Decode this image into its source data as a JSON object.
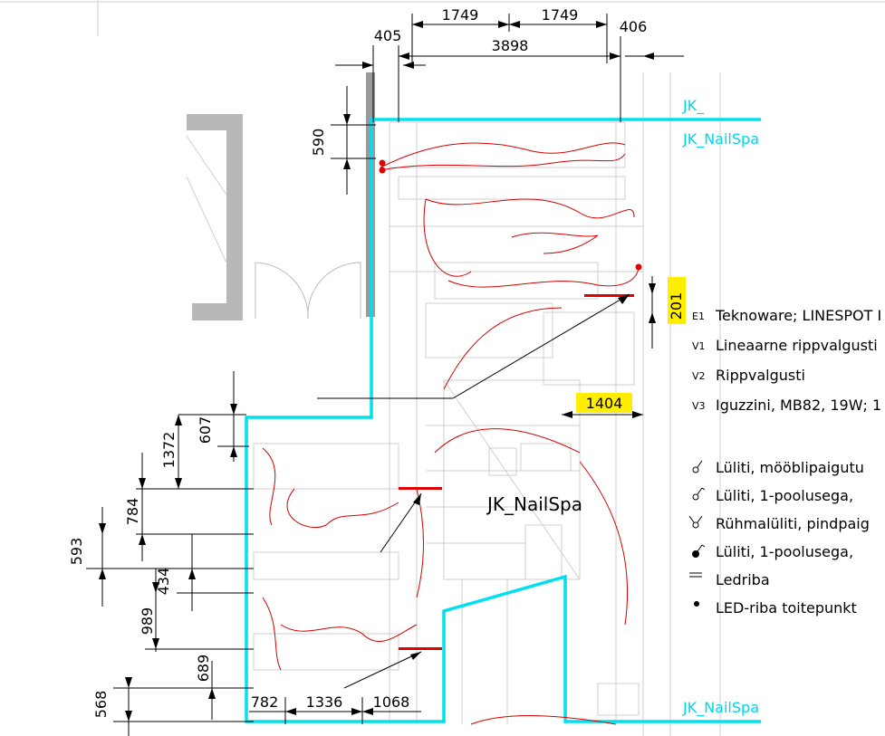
{
  "dimensions": {
    "top": [
      "1749",
      "1749",
      "405",
      "3898",
      "406"
    ],
    "left": [
      "590",
      "607",
      "1372",
      "784",
      "593",
      "434",
      "989",
      "689",
      "568"
    ],
    "bottom": [
      "782",
      "1336",
      "1068"
    ],
    "highlighted": [
      "201",
      "1404"
    ]
  },
  "zone_labels": {
    "jk_top": "JK_",
    "nailspa_top": "JK_NailSpa",
    "room": "JK_NailSpa",
    "nailspa_bottom": "JK_NailSpa"
  },
  "legend": [
    {
      "code": "E1",
      "text": "Teknoware; LINESPOT I"
    },
    {
      "code": "V1",
      "text": "Lineaarne rippvalgusti"
    },
    {
      "code": "V2",
      "text": "Rippvalgusti"
    },
    {
      "code": "V3",
      "text": "Iguzzini, MB82, 19W; 1"
    }
  ],
  "symbols": [
    {
      "icon": "switch-furniture-icon",
      "text": "Lüliti, mööblipaigutu"
    },
    {
      "icon": "switch-single-pole-icon",
      "text": "Lüliti, 1-poolusega,"
    },
    {
      "icon": "group-switch-icon",
      "text": "Rühmalüliti, pindpaig"
    },
    {
      "icon": "switch-single-pole-dot-icon",
      "text": "Lüliti, 1-poolusega,"
    },
    {
      "icon": "led-strip-icon",
      "text": "Ledriba"
    },
    {
      "icon": "led-power-point-icon",
      "text": "LED-riba toitepunkt"
    }
  ],
  "colors": {
    "zone_boundary": "#00e0ee",
    "wiring": "#d40000",
    "highlight": "#ffee00",
    "background_lines": "#c8c8c8"
  }
}
